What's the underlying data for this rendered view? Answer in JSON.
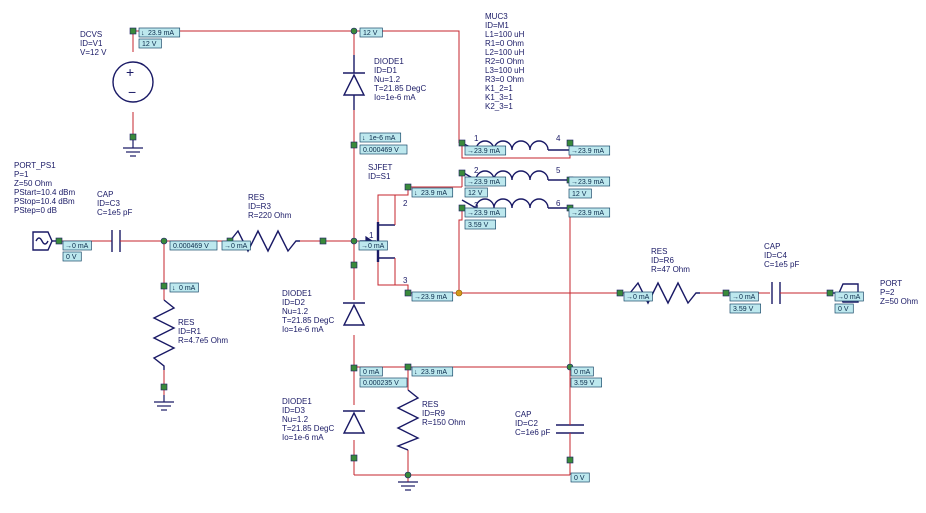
{
  "components": {
    "dcvs": [
      "DCVS",
      "ID=V1",
      "V=12 V"
    ],
    "port_ps1": [
      "PORT_PS1",
      "P=1",
      "Z=50 Ohm",
      "PStart=10.4 dBm",
      "PStop=10.4 dBm",
      "PStep=0 dB"
    ],
    "cap_c3": [
      "CAP",
      "ID=C3",
      "C=1e5 pF"
    ],
    "res_r3": [
      "RES",
      "ID=R3",
      "R=220 Ohm"
    ],
    "res_r1": [
      "RES",
      "ID=R1",
      "R=4.7e5 Ohm"
    ],
    "diode_d1": [
      "DIODE1",
      "ID=D1",
      "Nu=1.2",
      "T=21.85 DegC",
      "Io=1e-6 mA"
    ],
    "sjfet": [
      "SJFET",
      "ID=S1"
    ],
    "diode_d2": [
      "DIODE1",
      "ID=D2",
      "Nu=1.2",
      "T=21.85 DegC",
      "Io=1e-6 mA"
    ],
    "diode_d3": [
      "DIODE1",
      "ID=D3",
      "Nu=1.2",
      "T=21.85 DegC",
      "Io=1e-6 mA"
    ],
    "res_r9": [
      "RES",
      "ID=R9",
      "R=150 Ohm"
    ],
    "cap_c2": [
      "CAP",
      "ID=C2",
      "C=1e6 pF"
    ],
    "muc3": [
      "MUC3",
      "ID=M1",
      "L1=100 uH",
      "R1=0 Ohm",
      "L2=100 uH",
      "R2=0 Ohm",
      "L3=100 uH",
      "R3=0 Ohm",
      "K1_2=1",
      "K1_3=1",
      "K2_3=1"
    ],
    "res_r6": [
      "RES",
      "ID=R6",
      "R=47 Ohm"
    ],
    "cap_c4": [
      "CAP",
      "ID=C4",
      "C=1e5 pF"
    ],
    "port_p2": [
      "PORT",
      "P=2",
      "Z=50 Ohm"
    ]
  },
  "pins": {
    "jfet": [
      "1",
      "2",
      "3"
    ],
    "muc": [
      "1",
      "2",
      "3",
      "4",
      "5",
      "6"
    ]
  },
  "annotations": [
    {
      "name": "v1-current",
      "text": "23.9 mA",
      "icon": "down-arrow"
    },
    {
      "name": "v1-voltage",
      "text": "12 V"
    },
    {
      "name": "d1-top-voltage",
      "text": "12 V"
    },
    {
      "name": "d1-current",
      "text": "1e-6 mA",
      "icon": "down-arrow"
    },
    {
      "name": "d1-bottom-voltage",
      "text": "0.000469 V"
    },
    {
      "name": "port1-current",
      "text": "0 mA",
      "icon": "right-arrow"
    },
    {
      "name": "port1-voltage",
      "text": "0 V"
    },
    {
      "name": "c3-out-voltage",
      "text": "0.000469 V"
    },
    {
      "name": "r3-current",
      "text": "0 mA",
      "icon": "right-arrow"
    },
    {
      "name": "r1-current",
      "text": "0 mA",
      "icon": "down-arrow"
    },
    {
      "name": "gate-current",
      "text": "0 mA",
      "icon": "right-arrow"
    },
    {
      "name": "drain-current",
      "text": "23.9 mA",
      "icon": "down-arrow"
    },
    {
      "name": "drain-voltage",
      "text": "12 V"
    },
    {
      "name": "muc-pin1-current",
      "text": "23.9 mA",
      "icon": "right-arrow"
    },
    {
      "name": "muc-pin4-current",
      "text": "23.9 mA",
      "icon": "right-arrow"
    },
    {
      "name": "muc-pin2-current",
      "text": "23.9 mA",
      "icon": "right-arrow"
    },
    {
      "name": "muc-pin5-current",
      "text": "23.9 mA",
      "icon": "right-arrow"
    },
    {
      "name": "muc-pin5-voltage",
      "text": "12 V"
    },
    {
      "name": "muc-pin3-current",
      "text": "23.9 mA",
      "icon": "right-arrow"
    },
    {
      "name": "muc-pin3-voltage",
      "text": "3.59 V"
    },
    {
      "name": "muc-pin6-current",
      "text": "23.9 mA",
      "icon": "right-arrow"
    },
    {
      "name": "source-current",
      "text": "23.9 mA",
      "icon": "right-arrow"
    },
    {
      "name": "r6-current",
      "text": "0 mA",
      "icon": "right-arrow"
    },
    {
      "name": "c4-current",
      "text": "0 mA",
      "icon": "right-arrow"
    },
    {
      "name": "c4-voltage",
      "text": "3.59 V"
    },
    {
      "name": "port2-current",
      "text": "0 mA",
      "icon": "right-arrow"
    },
    {
      "name": "port2-voltage",
      "text": "0 V"
    },
    {
      "name": "d3-current",
      "text": "0 mA"
    },
    {
      "name": "d3-voltage",
      "text": "0.000235 V"
    },
    {
      "name": "r9-current",
      "text": "23.9 mA",
      "icon": "down-arrow"
    },
    {
      "name": "c2-current",
      "text": "0 mA"
    },
    {
      "name": "c2-voltage",
      "text": "3.59 V"
    },
    {
      "name": "c2-bottom-voltage",
      "text": "0 V"
    }
  ],
  "colors": {
    "wire": "#c4262e",
    "component": "#1a1a66",
    "node": "#3a8a3a",
    "annotation_fill": "#bde8ee"
  }
}
